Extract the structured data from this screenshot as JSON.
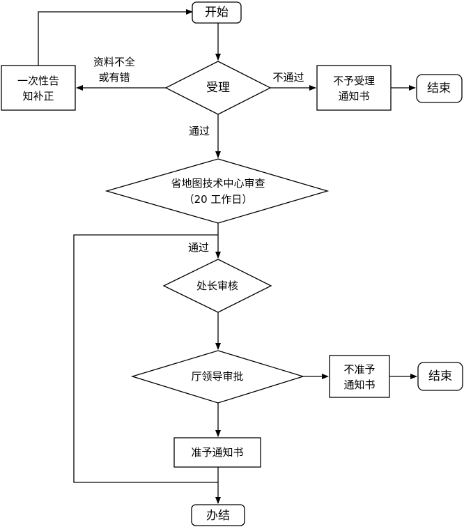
{
  "nodes": {
    "start": "开始",
    "accept": "受理",
    "notify_correct": [
      "一次性告",
      "知补正"
    ],
    "reject_accept": [
      "不予受理",
      "通知书"
    ],
    "end_1": "结束",
    "province_review": [
      "省地图技术中心审查",
      "（20 工作日）"
    ],
    "chief_review": "处长审核",
    "dept_approve": "厅领导审批",
    "reject_approve": [
      "不准予",
      "通知书"
    ],
    "end_2": "结束",
    "approve_notice": "准予通知书",
    "finish": "办结"
  },
  "edges": {
    "incomplete": [
      "资料不全",
      "或有错"
    ],
    "fail": "不通过",
    "pass_1": "通过",
    "pass_2": "通过"
  }
}
